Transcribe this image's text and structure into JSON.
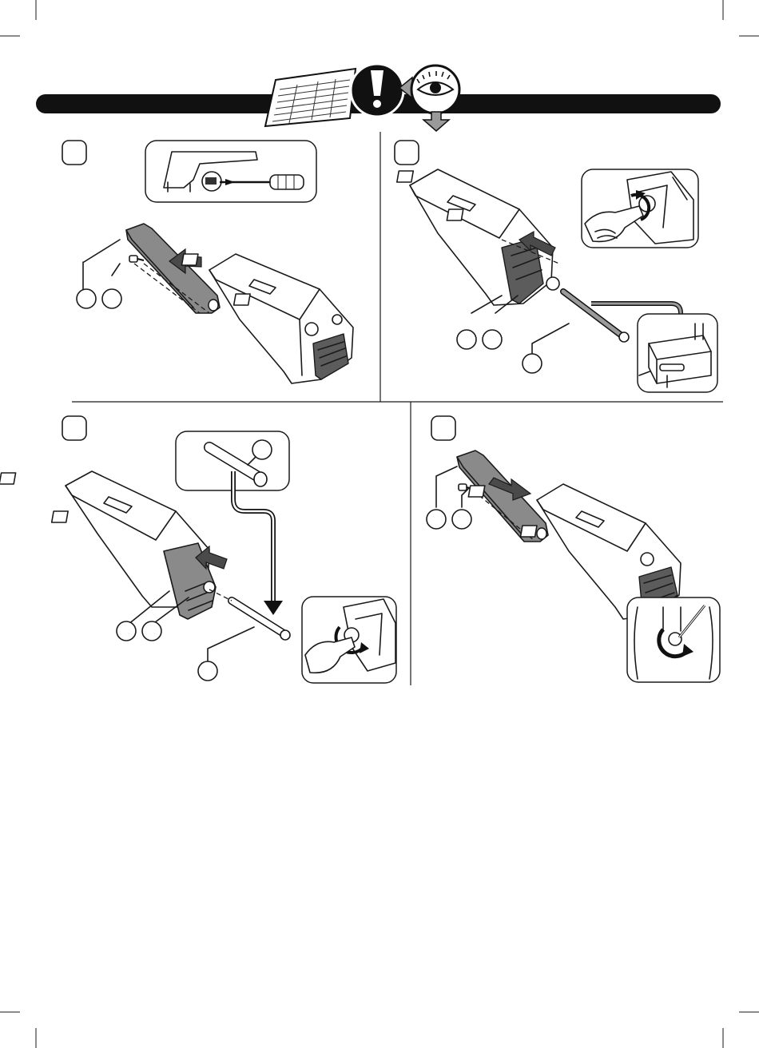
{
  "page": {
    "type": "assembly-instructions",
    "language": "none"
  },
  "header": {
    "warning_icon": "exclamation-icon",
    "eye_icon": "eye-icon",
    "sheet_icon": "fitting-table-sheet-icon"
  },
  "steps": [
    {
      "id": "step-1",
      "badge": "",
      "callout_icon": "screwdriver-icon"
    },
    {
      "id": "step-2",
      "badge": "",
      "callout_icon": "hex-key-icon"
    },
    {
      "id": "step-3",
      "badge": "",
      "callout_icon": "hex-key-icon"
    },
    {
      "id": "step-4",
      "badge": "",
      "callout_icon": "rotate-icon"
    }
  ],
  "colors": {
    "ink": "#1a1a1a",
    "part_fill": "#8a8a8a",
    "arrow_fill": "#4a4a4a"
  }
}
